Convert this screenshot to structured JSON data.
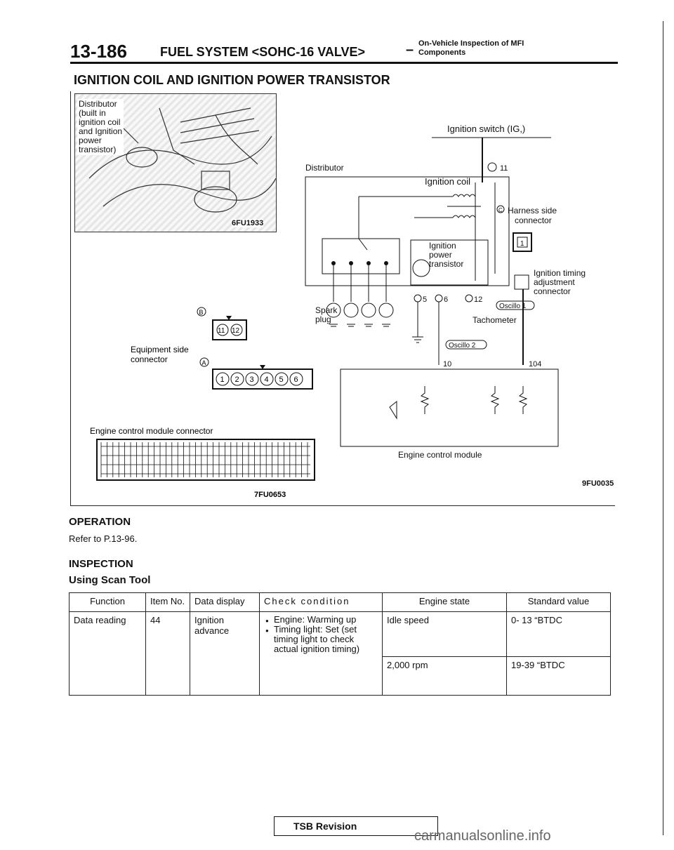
{
  "header": {
    "page_number": "13-186",
    "section": "FUEL SYSTEM <SOHC-16 VALVE>",
    "dash": "–",
    "sub_line1": "On-Vehicle Inspection of MFI",
    "sub_line2": "Components"
  },
  "title": "IGNITION COIL AND IGNITION POWER TRANSISTOR",
  "photo": {
    "label_lines": [
      "Distributor",
      "(built in",
      "ignition coil",
      "and Ignition",
      "power",
      "transistor)"
    ],
    "code": "6FU1933"
  },
  "connectors": {
    "b_letter": "B",
    "b_pins": [
      "11",
      "12"
    ],
    "equipment_label_1": "Equipment side",
    "equipment_label_2": "connector",
    "a_letter": "A",
    "a_pins": [
      "1",
      "2",
      "3",
      "4",
      "5",
      "6"
    ],
    "ecm_label": "Engine control module connector",
    "ecm_code": "7FU0653"
  },
  "schematic": {
    "ignition_switch": "Ignition switch (IG,)",
    "distributor": "Distributor",
    "b11": "11",
    "ignition_coil": "Ignition coil",
    "harness": "Harness side",
    "harness2": "connector",
    "c_letter": "C",
    "harness_pin": "1",
    "power_tr_1": "Ignition",
    "power_tr_2": "power",
    "power_tr_3": "transistor",
    "timing_1": "Ignition timing",
    "timing_2": "adjustment",
    "timing_3": "connector",
    "spark_1": "Spark",
    "spark_2": "plug",
    "a5": "5",
    "a6": "6",
    "b12": "12",
    "oscillo1": "Oscillo 1",
    "tachometer": "Tachometer",
    "oscillo2": "Oscillo 2",
    "pin10": "10",
    "pin104": "104",
    "ecm": "Engine control module",
    "code": "9FU0035"
  },
  "operation": {
    "heading": "OPERATION",
    "text": "Refer to P.13-96."
  },
  "inspection": {
    "heading": "INSPECTION",
    "sub": "Using Scan Tool"
  },
  "table": {
    "headers": [
      "Function",
      "Item No.",
      "Data display",
      "Check condition",
      "Engine state",
      "Standard value"
    ],
    "function": "Data reading",
    "item_no": "44",
    "display_1": "Ignition",
    "display_2": "advance",
    "conditions": [
      "Engine: Warming up",
      "Timing light: Set (set timing light to check actual ignition timing)"
    ],
    "rows": [
      {
        "state": "Idle speed",
        "value": "0- 13 “BTDC"
      },
      {
        "state": "2,000 rpm",
        "value": "19-39 “BTDC"
      }
    ]
  },
  "footer": {
    "tsb": "TSB Revision",
    "watermark": "carmanualsonline.info"
  }
}
